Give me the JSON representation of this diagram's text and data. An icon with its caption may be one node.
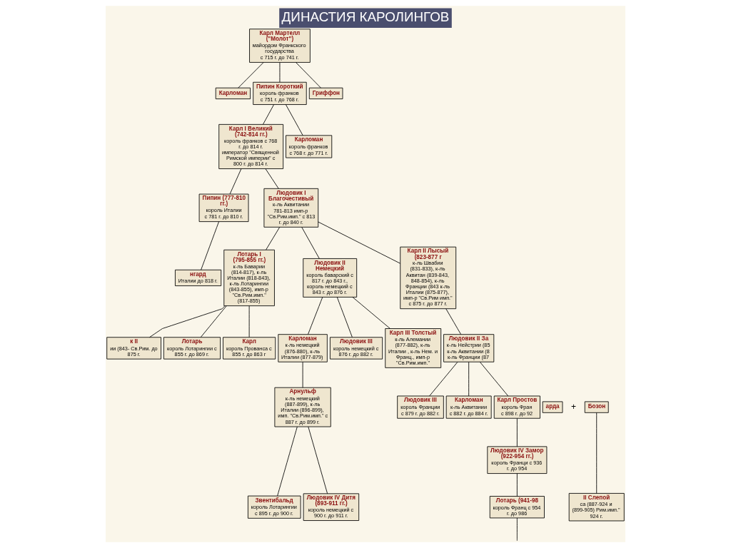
{
  "diagram": {
    "title": "ДИНАСТИЯ КАРОЛИНГОВ",
    "nodes": [
      {
        "text": [
          "Карл Мартелл (\"Молот\")",
          "майордом Франкского государства",
          "с 715 г. до 741 г."
        ]
      },
      {
        "text": [
          "Карломан"
        ]
      },
      {
        "text": [
          "Пипин Короткий",
          "король франков",
          "с 751 г. до 768 г."
        ]
      },
      {
        "text": [
          "Гриффон"
        ]
      },
      {
        "text": [
          "Карл I Великий (742-814 гг.)",
          "король франков с 768 г. до 814 г. император \"Священной Римской империи\" с 800 г. до 814 г."
        ]
      },
      {
        "text": [
          "Карломан",
          "король франков",
          "с 768 г. до 771 г."
        ]
      },
      {
        "text": [
          "Пипин (777-810 гг.)",
          "король Италии",
          "с 781 г. до 810 г."
        ]
      },
      {
        "text": [
          "Людовик I Благочестивый",
          "к-ль Аквитании 781-813 имп-р \"Св.Рим.имп.\" с 813 г. до 840 г."
        ]
      },
      {
        "text": [
          "нгард",
          "Италии до 818 г."
        ]
      },
      {
        "text": [
          "Лотарь I (795-855 гг.)",
          "к-ль Баварии (814-817), к-ль Италии (818-843), к-ль Лотарингии (843-855), имп-р \"Св.Рим.имп.\" (817-855)"
        ]
      },
      {
        "text": [
          "Людовик II Немецкий",
          "король баварский с 817 г. до 843 г., король немецкий с 843 г. до 876 г."
        ]
      },
      {
        "text": [
          "Карл II Лысый (823-877 г",
          "к-ль Швабии (831-833), к-ль Аквитан (839-843, 848-854), к-ль Франции (843 к-ль Италии (875-877), имп-р \"Св.Рим имп.\" с 875 г. до 877 г."
        ]
      },
      {
        "text": [
          "к II",
          "ии (843- Св.Рим. до 875 г."
        ]
      },
      {
        "text": [
          "Лотарь",
          "король Лотарингии с 855 г. до 869 г."
        ]
      },
      {
        "text": [
          "Карл",
          "король Прованса с 855 г. до 863 г"
        ]
      },
      {
        "text": [
          "Карломан",
          "к-ль немецкий (876-880), к-ль Италии (877-879)"
        ]
      },
      {
        "text": [
          "Людовик III",
          "король немецкий с 876 г. до 882 г."
        ]
      },
      {
        "text": [
          "Карл III Толстый",
          "к-ль Алемании (877-882), к-ль Италии , к-ль Нем. и Франц., имп-р \"Св.Рим.имп.\""
        ]
      },
      {
        "text": [
          "Людовик II За",
          "к-ль Нейстрии (85 к-ль Аквитании (8 к-ль Франции (87"
        ]
      },
      {
        "text": [
          "арда"
        ]
      },
      {
        "text": [
          "Бозон"
        ]
      },
      {
        "text": [
          "Арнульф",
          "к-ль немецкий (887-899), к-ль Италии (896-899), имп. \"Св.Рим.имп.\" с 887 г. до 899 г."
        ]
      },
      {
        "text": [
          "Людовик III",
          "король Франции",
          "с 879 г. до 882 г."
        ]
      },
      {
        "text": [
          "Карломан",
          "к-ль Аквитании",
          "с 882 г. до 884 г."
        ]
      },
      {
        "text": [
          "Карл Простов",
          "король Фран",
          "с 898 г. до 92"
        ]
      },
      {
        "text": [
          "Людовик IV Замор (922-954 гг.)",
          "король Франци с 936 г. до 954"
        ]
      },
      {
        "text": [
          "II Слепой",
          "са (887-924 и (899-905) Рим.имп.\" 924 г."
        ]
      },
      {
        "text": [
          "Звентибальд",
          "король Лотарингии",
          "с 895 г. до 900 г."
        ]
      },
      {
        "text": [
          "Людовик IV Дитя (893-911 гг.)",
          "король немецкий с 900 г. до 911 г."
        ]
      },
      {
        "text": [
          "Лотарь (941-98",
          "король Франц с 954 г. до 986"
        ]
      }
    ],
    "edges": [
      {
        "from": 0,
        "to": 1,
        "arrow": "none"
      },
      {
        "from": 0,
        "to": 2,
        "arrow": "none"
      },
      {
        "from": 0,
        "to": 3,
        "arrow": "none"
      },
      {
        "from": 2,
        "to": 4,
        "arrow": "none"
      },
      {
        "from": 2,
        "to": 5,
        "arrow": "none"
      },
      {
        "from": 4,
        "to": 6,
        "arrow": "none"
      },
      {
        "from": 4,
        "to": 7,
        "arrow": "none"
      },
      {
        "from": 6,
        "to": 8,
        "arrow": "none"
      },
      {
        "from": 7,
        "to": 9,
        "arrow": "none"
      },
      {
        "from": 7,
        "to": 10,
        "arrow": "none"
      },
      {
        "from": 7,
        "to": 11,
        "arrow": "none"
      },
      {
        "from": 9,
        "to": 12,
        "arrow": "none"
      },
      {
        "from": 9,
        "to": 13,
        "arrow": "none"
      },
      {
        "from": 9,
        "to": 14,
        "arrow": "none"
      },
      {
        "from": 10,
        "to": 15,
        "arrow": "none"
      },
      {
        "from": 10,
        "to": 16,
        "arrow": "none"
      },
      {
        "from": 10,
        "to": 17,
        "arrow": "none"
      },
      {
        "from": 11,
        "to": 18,
        "arrow": "none"
      },
      {
        "from": 15,
        "to": 21,
        "arrow": "none"
      },
      {
        "from": 18,
        "to": 22,
        "arrow": "none"
      },
      {
        "from": 18,
        "to": 23,
        "arrow": "none"
      },
      {
        "from": 18,
        "to": 24,
        "arrow": "none"
      },
      {
        "from": 20,
        "to": 26,
        "arrow": "none"
      },
      {
        "from": 21,
        "to": 27,
        "arrow": "none"
      },
      {
        "from": 21,
        "to": 28,
        "arrow": "none"
      },
      {
        "from": 24,
        "to": 25,
        "arrow": "none"
      },
      {
        "from": 25,
        "to": 29,
        "arrow": "none"
      },
      {
        "from": 29,
        "to": null,
        "arrow": "none"
      }
    ],
    "labels": [
      "+"
    ]
  }
}
